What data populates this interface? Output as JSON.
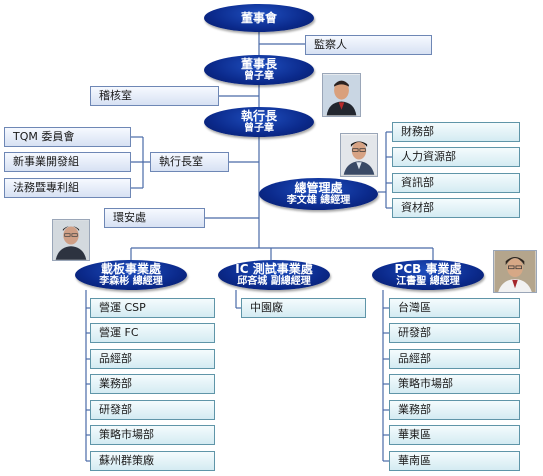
{
  "board": {
    "title": "董事會"
  },
  "supervisor": {
    "label": "監察人"
  },
  "chairman": {
    "title": "董事長",
    "name": "曾子章"
  },
  "audit": {
    "label": "稽核室"
  },
  "ceo": {
    "title": "執行長",
    "name": "曾子章"
  },
  "ceo_office": {
    "label": "執行長室"
  },
  "committees": [
    {
      "label": "TQM 委員會"
    },
    {
      "label": "新事業開發組"
    },
    {
      "label": "法務暨專利組"
    }
  ],
  "general_mgmt": {
    "title": "總管理處",
    "name": "李文雄  總經理"
  },
  "admin_units": [
    {
      "label": "財務部"
    },
    {
      "label": "人力資源部"
    },
    {
      "label": "資訊部"
    },
    {
      "label": "資材部"
    }
  ],
  "env_safety": {
    "label": "環安處"
  },
  "divisions": [
    {
      "title": "載板事業處",
      "name": "李森彬  總經理",
      "units": [
        "營運 CSP",
        "營運 FC",
        "品經部",
        "業務部",
        "研發部",
        "策略市場部",
        "蘇州群策廠"
      ]
    },
    {
      "title": "IC 測試事業處",
      "name": "邱吝城  副總經理",
      "units": [
        "中園廠"
      ]
    },
    {
      "title": "PCB 事業處",
      "name": "江書聖  總經理",
      "units": [
        "台灣區",
        "研發部",
        "品經部",
        "策略市場部",
        "業務部",
        "華東區",
        "華南區"
      ]
    }
  ],
  "colors": {
    "oval": "#0b2a8c",
    "box_border": "#6e87b5",
    "line": "#4a6aa8"
  },
  "icons": {
    "photo": "portrait-photo-icon"
  }
}
